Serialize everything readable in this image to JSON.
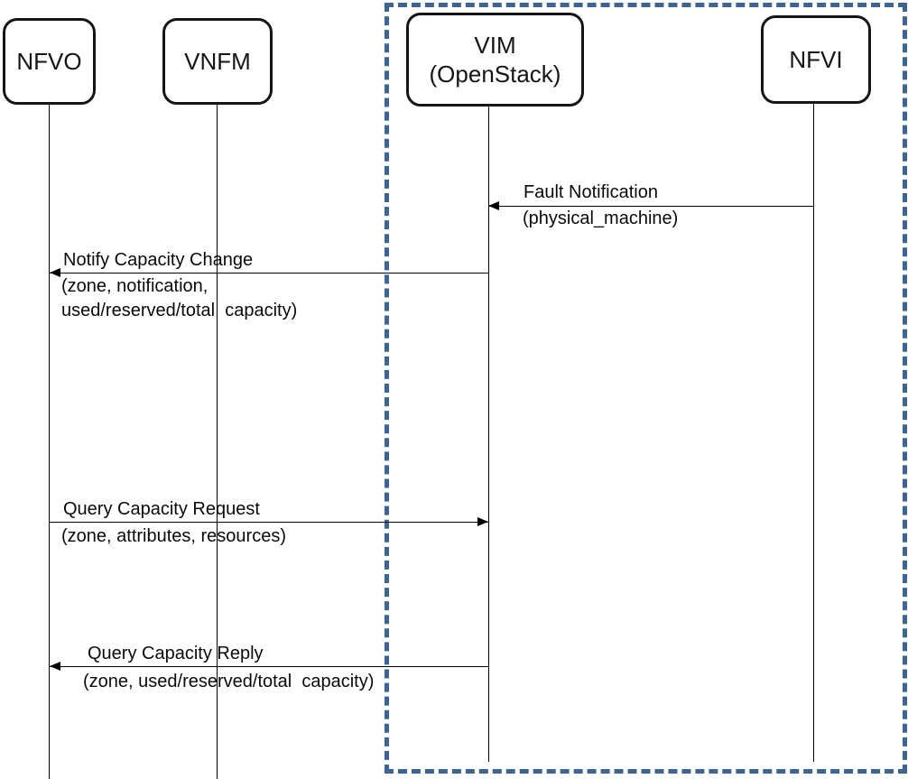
{
  "diagram": {
    "type": "sequence-diagram",
    "actors": [
      {
        "id": "nfvo",
        "lines": [
          "NFVO"
        ]
      },
      {
        "id": "vnfm",
        "lines": [
          "VNFM"
        ]
      },
      {
        "id": "vim",
        "lines": [
          "VIM",
          "(OpenStack)"
        ]
      },
      {
        "id": "nfvi",
        "lines": [
          "NFVI"
        ]
      }
    ],
    "messages": [
      {
        "id": "fault-notification",
        "from": "NFVI",
        "to": "VIM (OpenStack)",
        "direction": "left",
        "lines": [
          "Fault Notification",
          "(physical_machine)"
        ]
      },
      {
        "id": "notify-capacity-change",
        "from": "VIM (OpenStack)",
        "to": "NFVO",
        "direction": "left",
        "lines": [
          "Notify Capacity Change",
          "(zone, notification,",
          "used/reserved/total  capacity)"
        ]
      },
      {
        "id": "query-capacity-request",
        "from": "NFVO",
        "to": "VIM (OpenStack)",
        "direction": "right",
        "lines": [
          "Query Capacity Request",
          "(zone, attributes, resources)"
        ]
      },
      {
        "id": "query-capacity-reply",
        "from": "VIM (OpenStack)",
        "to": "NFVO",
        "direction": "left",
        "lines": [
          "Query Capacity Reply",
          "(zone, used/reserved/total  capacity)"
        ]
      }
    ],
    "boundary_box": {
      "style": "dashed",
      "color": "#3E6491",
      "encloses": [
        "VIM (OpenStack)",
        "NFVI"
      ]
    },
    "colors": {
      "background": "#FFFFFF",
      "actor_fill": "#FFFFFF",
      "actor_border": "#151515",
      "message_line": "#000000",
      "boundary_dash": "#3E6491"
    }
  }
}
